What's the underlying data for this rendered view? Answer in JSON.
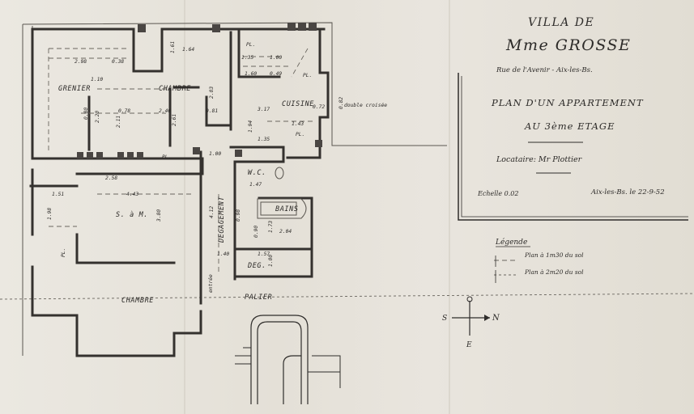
{
  "title": {
    "line1": "VILLA DE",
    "line2": "Mme GROSSE",
    "address": "Rue de l'Avenir - Aix-les-Bs.",
    "plan1": "PLAN D'UN APPARTEMENT",
    "plan2": "AU 3ème ETAGE",
    "tenant": "Locataire: Mr Plottier",
    "scale": "Echelle 0.02",
    "date": "Aix-les-Bs. le 22-9-52"
  },
  "legend": {
    "heading": "Légende",
    "item1": "Plan à 1m30 du sol",
    "item2": "Plan à 2m20 du sol"
  },
  "compass": {
    "s": "S",
    "n": "N",
    "e": "E"
  },
  "rooms": {
    "grenier": "GRENIER",
    "chambre1": "CHAMBRE",
    "cuisine": "CUISINE",
    "sam": "S. à M.",
    "degagement": "DEGAGEMENT",
    "bains": "BAINS",
    "wc": "W.C.",
    "deg": "DEG.",
    "chambre2": "CHAMBRE",
    "palier": "PALIER",
    "pl1": "PL.",
    "pl2": "PL.",
    "pl3": "PL.",
    "pl4": "PL.",
    "pl5": "PL.",
    "double_croisee": "double croisée",
    "entree": "entrée"
  },
  "dims": {
    "d1": "2.98",
    "d2": "0.38",
    "d3": "1.10",
    "d4": "1.61",
    "d5": "1.64",
    "d6": "0.80",
    "d7": "2.20",
    "d8": "2.11",
    "d9": "0.78",
    "d10": "2.40",
    "d11": "2.61",
    "d12": "2.03",
    "d13": "0.81",
    "d14": "1.35",
    "d15": "1.00",
    "d16": "1.60",
    "d17": "0.49",
    "d18": "3.17",
    "d19": "0.72",
    "d20": "0.82",
    "d21": "1.94",
    "d22": "1.43",
    "d23": "1.35",
    "d24": "1.00",
    "d25": "2.58",
    "d26": "1.51",
    "d27": "4.43",
    "d28": "1.98",
    "d29": "3.80",
    "d30": "1.47",
    "d31": "4.12",
    "d32": "0.98",
    "d33": "1.73",
    "d34": "2.04",
    "d35": "1.40",
    "d36": "1.57",
    "d37": "1.00",
    "d38": "0.90"
  },
  "colors": {
    "paper": "#e6e2da",
    "ink": "#2f2d2b"
  }
}
